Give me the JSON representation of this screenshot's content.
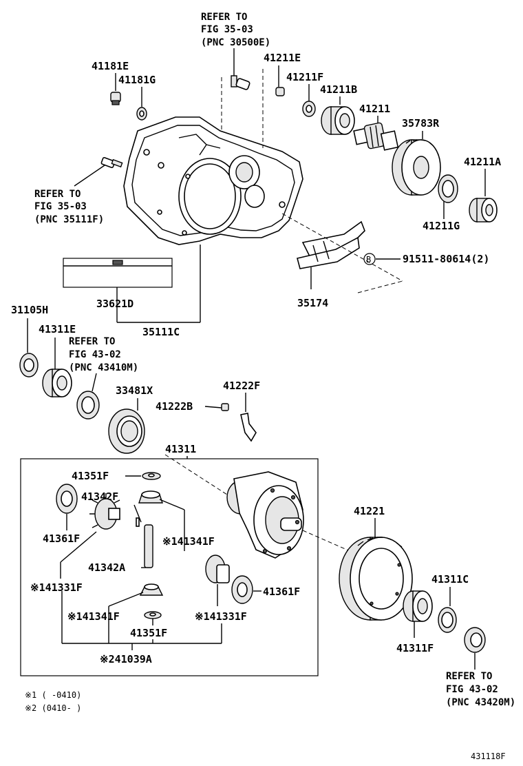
{
  "refs": {
    "top": [
      "REFER TO",
      "FIG 35-03",
      "(PNC 30500E)"
    ],
    "left": [
      "REFER TO",
      "FIG 35-03",
      "(PNC 35111F)"
    ],
    "mid": [
      "REFER TO",
      "FIG 43-02",
      "(PNC 43410M)"
    ],
    "bottom": [
      "REFER TO",
      "FIG 43-02",
      "(PNC 43420M)"
    ]
  },
  "parts": {
    "p41181E": "41181E",
    "p41181G": "41181G",
    "p41211E": "41211E",
    "p41211F": "41211F",
    "p41211B": "41211B",
    "p41211": "41211",
    "p35783R": "35783R",
    "p41211A": "41211A",
    "p41211G": "41211G",
    "p91511": "91511-80614(2)",
    "bolt_b": "B",
    "p35174": "35174",
    "p33621D": "33621D",
    "p35111C": "35111C",
    "p31105H": "31105H",
    "p41311E": "41311E",
    "p33481X": "33481X",
    "p41222F": "41222F",
    "p41222B": "41222B",
    "p41311": "41311",
    "p41351F_a": "41351F",
    "p41342F": "41342F",
    "p41361F_a": "41361F",
    "p41341F_a": "※141341F",
    "p41342A": "41342A",
    "p41331F_a": "※141331F",
    "p41361F_b": "41361F",
    "p41341F_b": "※141341F",
    "p41331F_b": "※141331F",
    "p41351F_b": "41351F",
    "p41039A": "※241039A",
    "p41221": "41221",
    "p41311C": "41311C",
    "p41311F": "41311F"
  },
  "notes": {
    "n1": "※1 (     -0410)",
    "n2": "※2 (0410-     )"
  },
  "figure_id": "431118F"
}
